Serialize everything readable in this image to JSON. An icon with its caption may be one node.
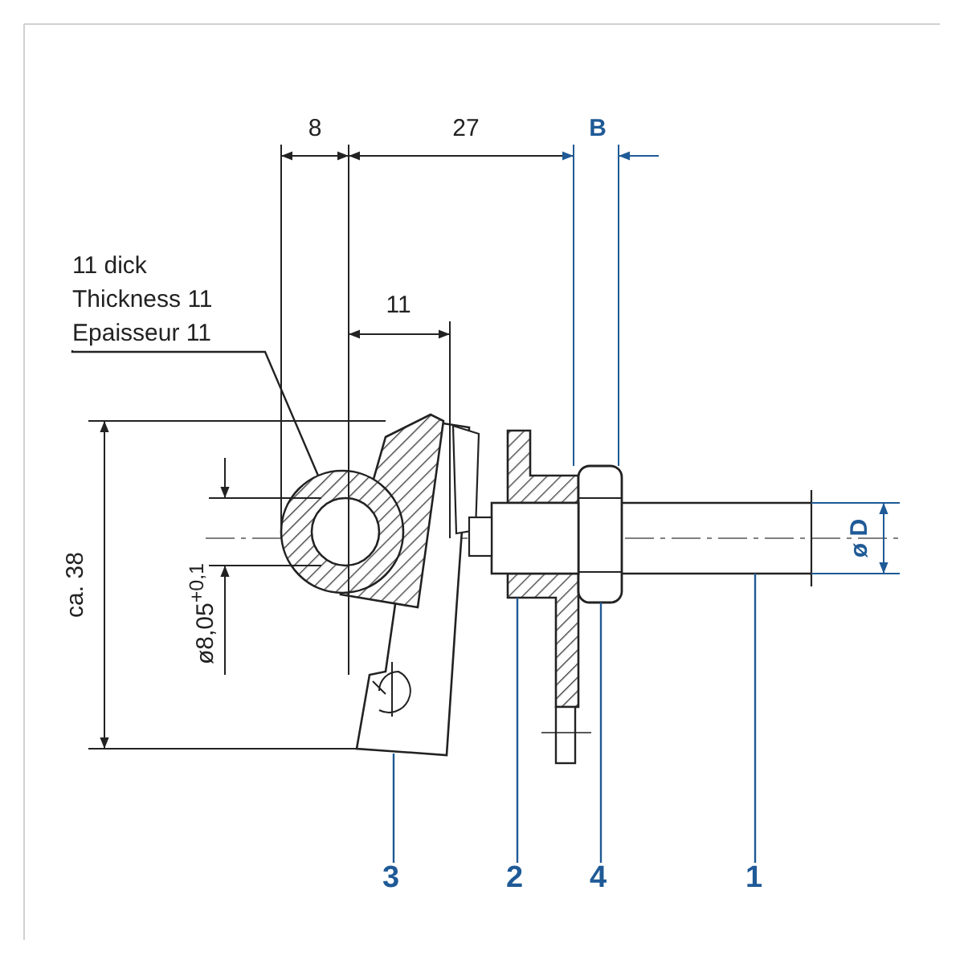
{
  "diagram": {
    "nodes": [
      {
        "text": [
          "11 dick",
          "Thickness 11",
          "Epaisseur 11"
        ]
      },
      {
        "text": [
          "3"
        ]
      },
      {
        "text": [
          "2"
        ]
      },
      {
        "text": [
          "4"
        ]
      },
      {
        "text": [
          "1"
        ]
      },
      {
        "text": [],
        "shape": "picture"
      },
      {
        "text": [],
        "shape": "picture"
      },
      {
        "text": [],
        "shape": "picture"
      },
      {
        "text": [],
        "shape": "picture"
      }
    ],
    "edges": [
      {
        "from": 0,
        "to": 5,
        "arrow": "none",
        "color": "#222222"
      },
      {
        "from": 1,
        "to": 5,
        "arrow": "none"
      },
      {
        "from": 2,
        "to": 6,
        "arrow": "none"
      },
      {
        "from": 3,
        "to": 7,
        "arrow": "none"
      },
      {
        "from": 4,
        "to": 8,
        "arrow": "none"
      }
    ],
    "labels": [
      "8",
      "27",
      "B",
      "11",
      "ca. 38",
      "ø8,05$^{+0,1}$",
      "ø D"
    ]
  }
}
